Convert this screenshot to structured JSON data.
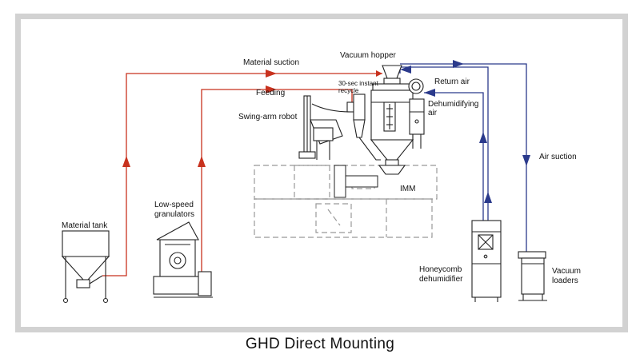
{
  "caption": "GHD Direct Mounting",
  "labels": {
    "material_suction": "Material suction",
    "vacuum_hopper": "Vacuum hopper",
    "feeding": "Feeding",
    "instant_recycle_line1": "30-sec instant",
    "instant_recycle_line2": "recycle",
    "return_air": "Return air",
    "dehumidifying_air_line1": "Dehumidifying",
    "dehumidifying_air_line2": "air",
    "swing_arm_robot": "Swing-arm robot",
    "air_suction": "Air suction",
    "imm": "IMM",
    "low_speed_granulators_line1": "Low-speed",
    "low_speed_granulators_line2": "granulators",
    "material_tank": "Material tank",
    "honeycomb_dehumidifier_line1": "Honeycomb",
    "honeycomb_dehumidifier_line2": "dehumidifier",
    "vacuum_loaders_line1": "Vacuum",
    "vacuum_loaders_line2": "loaders"
  },
  "colors": {
    "material_line": "#c8321e",
    "air_line": "#2b3a8c",
    "frame": "#d2d2d2",
    "equipment_stroke": "#222222",
    "dashed_machine": "#999999"
  }
}
